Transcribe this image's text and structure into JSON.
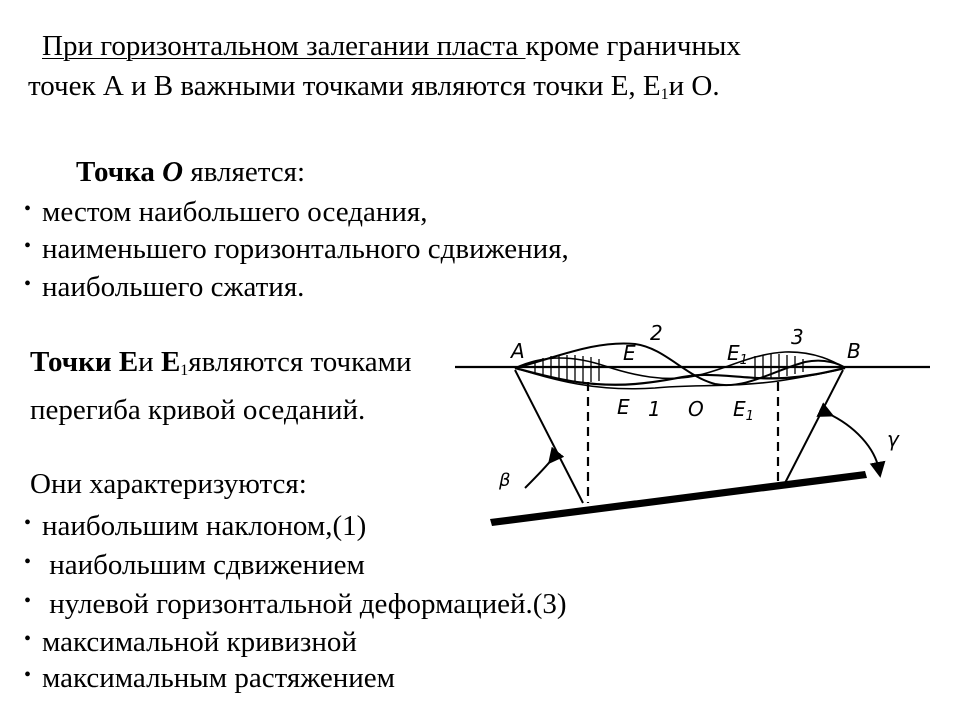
{
  "intro": {
    "underlined": "При горизонтальном залегании пласта ",
    "rest1": "кроме граничных",
    "line2_a": "точек А и В важными точками являются точки Е, Е",
    "line2_sub": "1",
    "line2_b": "и О."
  },
  "point_o": {
    "label_prefix": "Точка ",
    "label_letter": "О",
    "label_suffix": " является:",
    "items": [
      "местом наибольшего оседания,",
      "наименьшего горизонтального сдвижения,",
      "наибольшего сжатия."
    ]
  },
  "points_e": {
    "b1": "Точки Е",
    "t1": "и ",
    "b2": "Е",
    "sub": "1",
    "t2": "являются точками",
    "line2": "перегиба кривой оседаний."
  },
  "characterized": {
    "heading": "Они характеризуются:",
    "items": [
      "наибольшим наклоном,(1)",
      " наибольшим сдвижением",
      " нулевой горизонтальной деформацией.(3)",
      "максимальной кривизной",
      "максимальным растяжением"
    ]
  },
  "diagram": {
    "labels": {
      "A": "A",
      "B": "B",
      "E_top": "E",
      "E1_top": "E",
      "E1_top_sub": "1",
      "n2": "2",
      "n3": "3",
      "E_bottom": "E",
      "one": "1",
      "O": "O",
      "E1_bottom": "E",
      "E1_bottom_sub": "1",
      "beta": "β",
      "gamma": "γ"
    }
  }
}
